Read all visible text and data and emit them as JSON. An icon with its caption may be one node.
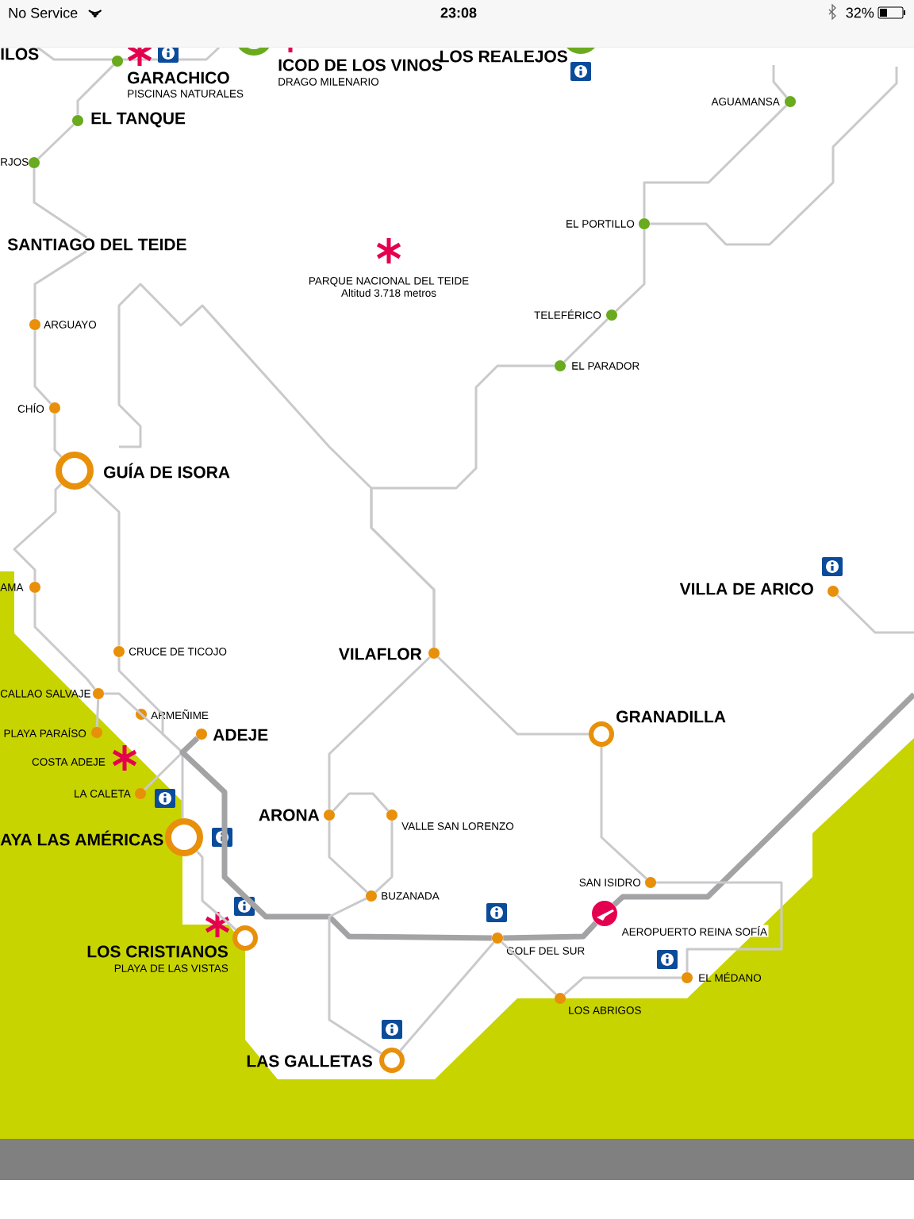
{
  "diagram": {
    "nodes": [
      {
        "text": [
          "GARACHICO",
          "PISCINAS NATURALES"
        ]
      },
      {
        "text": [
          "ICOD DE LOS VINOS",
          "DRAGO MILENARIO"
        ]
      },
      {
        "text": [
          "LOS REALEJOS"
        ]
      },
      {
        "text": [
          "EL TANQUE"
        ]
      },
      {
        "text": [
          "RJOS"
        ]
      },
      {
        "text": [
          "AGUAMANSA"
        ]
      },
      {
        "text": [
          "EL PORTILLO"
        ]
      },
      {
        "text": [
          "TELEFÉRICO"
        ]
      },
      {
        "text": [
          "ARGUAYO"
        ]
      },
      {
        "text": [
          "EL PARADOR"
        ]
      },
      {
        "text": [
          "CHÍO"
        ]
      },
      {
        "text": [
          "GUÍA DE ISORA"
        ]
      },
      {
        "text": [
          "AMA"
        ]
      },
      {
        "text": [
          "CRUCE DE TICOJO"
        ]
      },
      {
        "text": [
          "VILAFLOR"
        ]
      },
      {
        "text": [
          "VILLA DE ARICO"
        ]
      },
      {
        "text": [
          "CALLAO SALVAJE"
        ]
      },
      {
        "text": [
          "ARMEÑIME"
        ]
      },
      {
        "text": [
          "ADEJE"
        ]
      },
      {
        "text": [
          "PLAYA PARAÍSO"
        ]
      },
      {
        "text": [
          "GRANADILLA"
        ]
      },
      {
        "text": [
          "LA CALETA"
        ]
      },
      {
        "text": [
          "ARONA"
        ]
      },
      {
        "text": [
          "VALLE SAN LORENZO"
        ]
      },
      {
        "text": [
          "AYA LAS AMÉRICAS"
        ]
      },
      {
        "text": [
          "SAN ISIDRO"
        ]
      },
      {
        "text": [
          "BUZANADA"
        ]
      },
      {
        "text": [
          "AEROPUERTO REINA SOFÍA"
        ]
      },
      {
        "text": [
          "LOS CRISTIANOS",
          "PLAYA DE LAS VISTAS"
        ]
      },
      {
        "text": [
          "GOLF DEL SUR"
        ]
      },
      {
        "text": [
          "EL MÉDANO"
        ]
      },
      {
        "text": [
          "LOS ABRIGOS"
        ]
      },
      {
        "text": [
          "LAS GALLETAS"
        ]
      },
      {
        "text": [
          "SANTIAGO DEL TEIDE"
        ]
      }
    ],
    "edges": [
      {
        "from": 0,
        "to": 3,
        "arrow": "none"
      },
      {
        "from": 3,
        "to": 4,
        "arrow": "none"
      },
      {
        "from": 4,
        "to": 33,
        "arrow": "none"
      },
      {
        "from": 5,
        "to": 6,
        "arrow": "none"
      },
      {
        "from": 5,
        "to": null,
        "arrow": "none"
      },
      {
        "from": 6,
        "to": null,
        "arrow": "none"
      },
      {
        "from": 6,
        "to": 7,
        "arrow": "none"
      },
      {
        "from": 7,
        "to": 9,
        "arrow": "none"
      },
      {
        "from": 9,
        "to": 14,
        "arrow": "none"
      },
      {
        "from": null,
        "to": 14,
        "arrow": "none"
      },
      {
        "from": 8,
        "to": 33,
        "arrow": "none"
      },
      {
        "from": 8,
        "to": 10,
        "arrow": "none"
      },
      {
        "from": 10,
        "to": 11,
        "arrow": "none"
      },
      {
        "from": 11,
        "to": 13,
        "arrow": "none"
      },
      {
        "from": 11,
        "to": 12,
        "arrow": "none"
      },
      {
        "from": 12,
        "to": 16,
        "arrow": "none"
      },
      {
        "from": 13,
        "to": 18,
        "arrow": "none"
      },
      {
        "from": 16,
        "to": 18,
        "arrow": "none"
      },
      {
        "from": 16,
        "to": 19,
        "arrow": "none"
      },
      {
        "from": 18,
        "to": 21,
        "arrow": "none"
      },
      {
        "from": 18,
        "to": 24,
        "arrow": "none"
      },
      {
        "from": 24,
        "to": 28,
        "arrow": "none"
      },
      {
        "from": null,
        "to": 27,
        "arrow": "none",
        "style": "thick",
        "color": "#a3a3a5"
      },
      {
        "from": 27,
        "to": 29,
        "arrow": "none",
        "style": "thick",
        "color": "#a3a3a5"
      },
      {
        "from": 29,
        "to": 18,
        "arrow": "none",
        "style": "thick",
        "color": "#a3a3a5"
      },
      {
        "from": 14,
        "to": 20,
        "arrow": "none"
      },
      {
        "from": 14,
        "to": 22,
        "arrow": "none"
      },
      {
        "from": 22,
        "to": 23,
        "arrow": "none"
      },
      {
        "from": 22,
        "to": 26,
        "arrow": "none"
      },
      {
        "from": 23,
        "to": 26,
        "arrow": "none"
      },
      {
        "from": 26,
        "to": 32,
        "arrow": "none"
      },
      {
        "from": 29,
        "to": 32,
        "arrow": "none"
      },
      {
        "from": 29,
        "to": 31,
        "arrow": "none"
      },
      {
        "from": 31,
        "to": 30,
        "arrow": "none"
      },
      {
        "from": 20,
        "to": 25,
        "arrow": "none"
      },
      {
        "from": 25,
        "to": 30,
        "arrow": "none"
      },
      {
        "from": 15,
        "to": null,
        "arrow": "none"
      }
    ],
    "labels": [
      "No Service",
      "23:08",
      "32%",
      "ILOS",
      "PARQUE NACIONAL DEL TEIDE",
      "Altitud 3.718 metros",
      "COSTA ADEJE"
    ]
  }
}
